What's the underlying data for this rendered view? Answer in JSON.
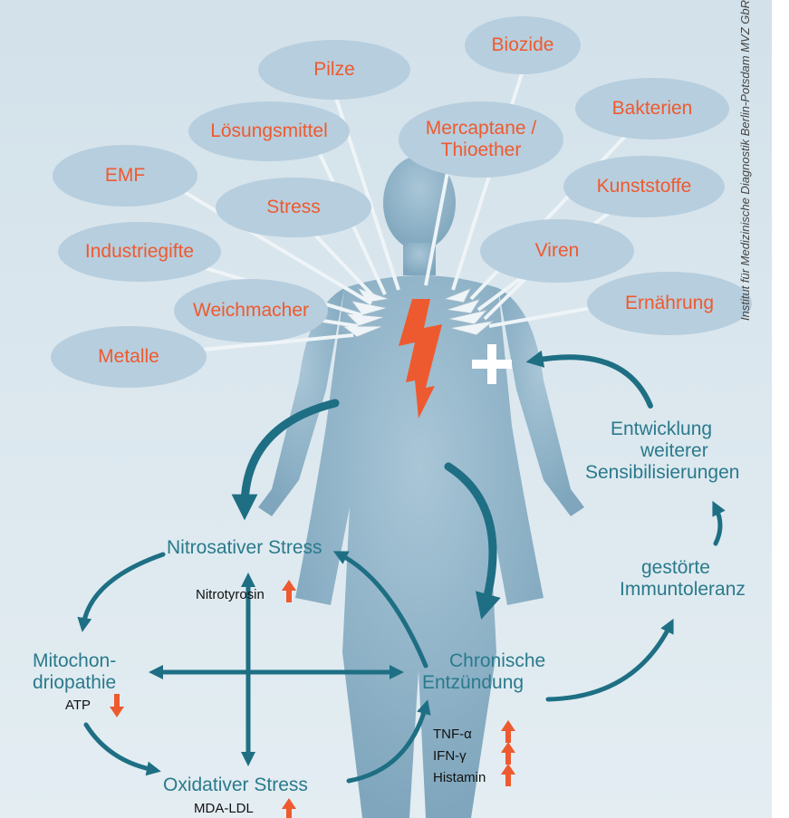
{
  "exposures": [
    "Biozide",
    "Pilze",
    "Bakterien",
    "Lösungsmittel",
    "Mercaptane /",
    "Thioether",
    "EMF",
    "Kunststoffe",
    "Stress",
    "Industriegifte",
    "Viren",
    "Ernährung",
    "Weichmacher",
    "Metalle"
  ],
  "cycle": {
    "nitrosative": {
      "title": "Nitrosativer Stress",
      "marker": "Nitrotyrosin"
    },
    "mito": {
      "line1": "Mitochon-",
      "line2": "driopathie",
      "marker": "ATP"
    },
    "oxidative": {
      "title": "Oxidativer Stress",
      "marker": "MDA-LDL"
    },
    "chronic": {
      "line1": "Chronische",
      "line2": "Entzündung",
      "markers": [
        "TNF-α",
        "IFN-γ",
        "Histamin"
      ]
    },
    "tolerance": {
      "line1": "gestörte",
      "line2": "Immuntoleranz"
    },
    "sensitization": {
      "line1": "Entwicklung",
      "line2": "weiterer",
      "line3": "Sensibilisierungen"
    }
  },
  "credit": "Institut für Medizinische Diagnostik Berlin-Potsdam MVZ GbR",
  "colors": {
    "label": "#ee5a2f",
    "bubble": "#b7cede",
    "teal": "#1e6f84",
    "arrow_up": "#ee5a2f",
    "body": "#8fb3c8"
  }
}
